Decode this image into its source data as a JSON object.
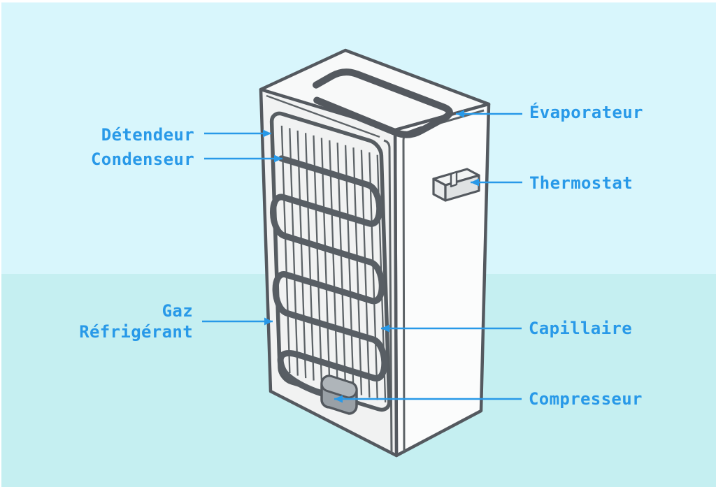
{
  "diagram": {
    "subject_labels": {
      "detendeur": "Détendeur",
      "condenseur": "Condenseur",
      "gaz_line1": "Gaz",
      "gaz_line2": "Réfrigérant",
      "evaporateur": "Évaporateur",
      "thermostat": "Thermostat",
      "capillaire": "Capillaire",
      "compresseur": "Compresseur"
    }
  },
  "palette": {
    "label_blue": "#2899e8",
    "outline_gray": "#54595f",
    "coil_gray": "#585e64",
    "fin_gray": "#5d6367",
    "background_top": "#d8f6fc",
    "background_bottom": "#c5eff1",
    "face_left": "#f1f2f2",
    "face_top": "#f8f9f9",
    "face_right": "#fbfcfc",
    "compressor_body": "#99a0a6",
    "compressor_top": "#afb5ba",
    "margin_white": "#ffffff"
  }
}
